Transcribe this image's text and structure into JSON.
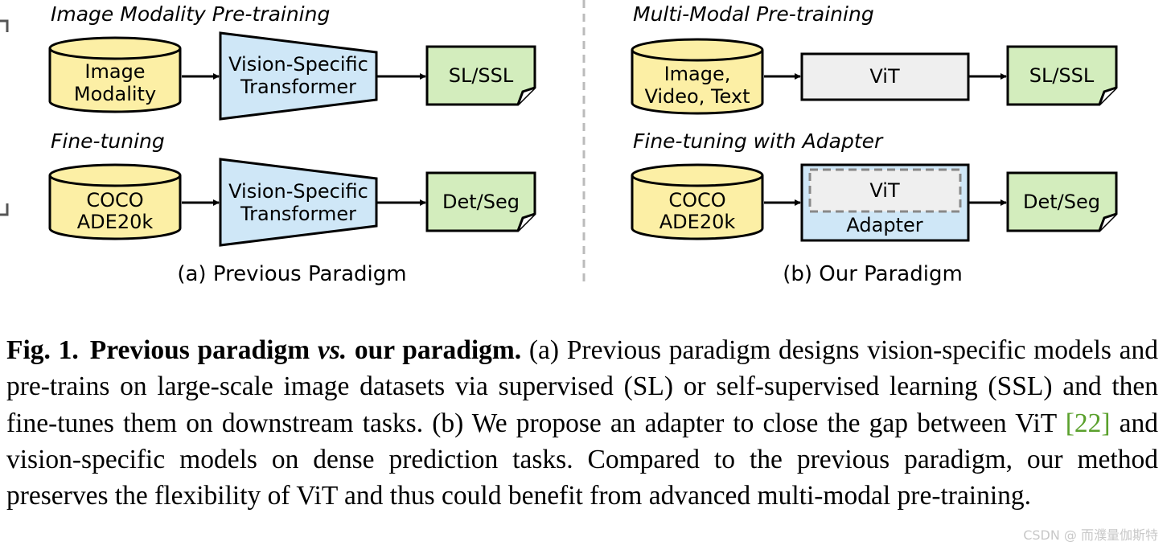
{
  "left": {
    "pretrain_title": "Image Modality Pre-training",
    "pretrain_data_lines": [
      "Image",
      "Modality"
    ],
    "pretrain_model_lines": [
      "Vision-Specific",
      "Transformer"
    ],
    "pretrain_output": "SL/SSL",
    "finetune_title": "Fine-tuning",
    "finetune_data_lines": [
      "COCO",
      "ADE20k"
    ],
    "finetune_model_lines": [
      "Vision-Specific",
      "Transformer"
    ],
    "finetune_output": "Det/Seg",
    "caption": "(a) Previous Paradigm"
  },
  "right": {
    "pretrain_title": "Multi-Modal Pre-training",
    "pretrain_data_lines": [
      "Image,",
      "Video, Text"
    ],
    "pretrain_model": "ViT",
    "pretrain_output": "SL/SSL",
    "finetune_title": "Fine-tuning with Adapter",
    "finetune_data_lines": [
      "COCO",
      "ADE20k"
    ],
    "finetune_inner": "ViT",
    "finetune_adapter": "Adapter",
    "finetune_output": "Det/Seg",
    "caption": "(b) Our Paradigm"
  },
  "fig_caption": {
    "label": "Fig. 1.",
    "heading_1": "Previous paradigm ",
    "heading_vs": "vs.",
    "heading_2": " our paradigm.",
    "body_1": " (a) Previous paradigm designs vision-specific models and pre-trains on large-scale image datasets via supervised (SL) or self-supervised learning (SSL) and then fine-tunes them on downstream tasks. (b) We propose an adapter to close the gap between ViT ",
    "ref": "[22]",
    "body_2": " and vision-specific models on dense prediction tasks. Compared to the previous paradigm, our method preserves the flexibility of ViT and thus could benefit from advanced multi-modal pre-training."
  },
  "watermark": "CSDN @ 而濮量伽斯特",
  "colors": {
    "data_fill": "#fcefa5",
    "model_fill": "#cfe7f7",
    "vit_fill": "#efefef",
    "output_fill": "#d3edbd",
    "divider": "#bbbbbb",
    "ref_link": "#5aa02c"
  }
}
